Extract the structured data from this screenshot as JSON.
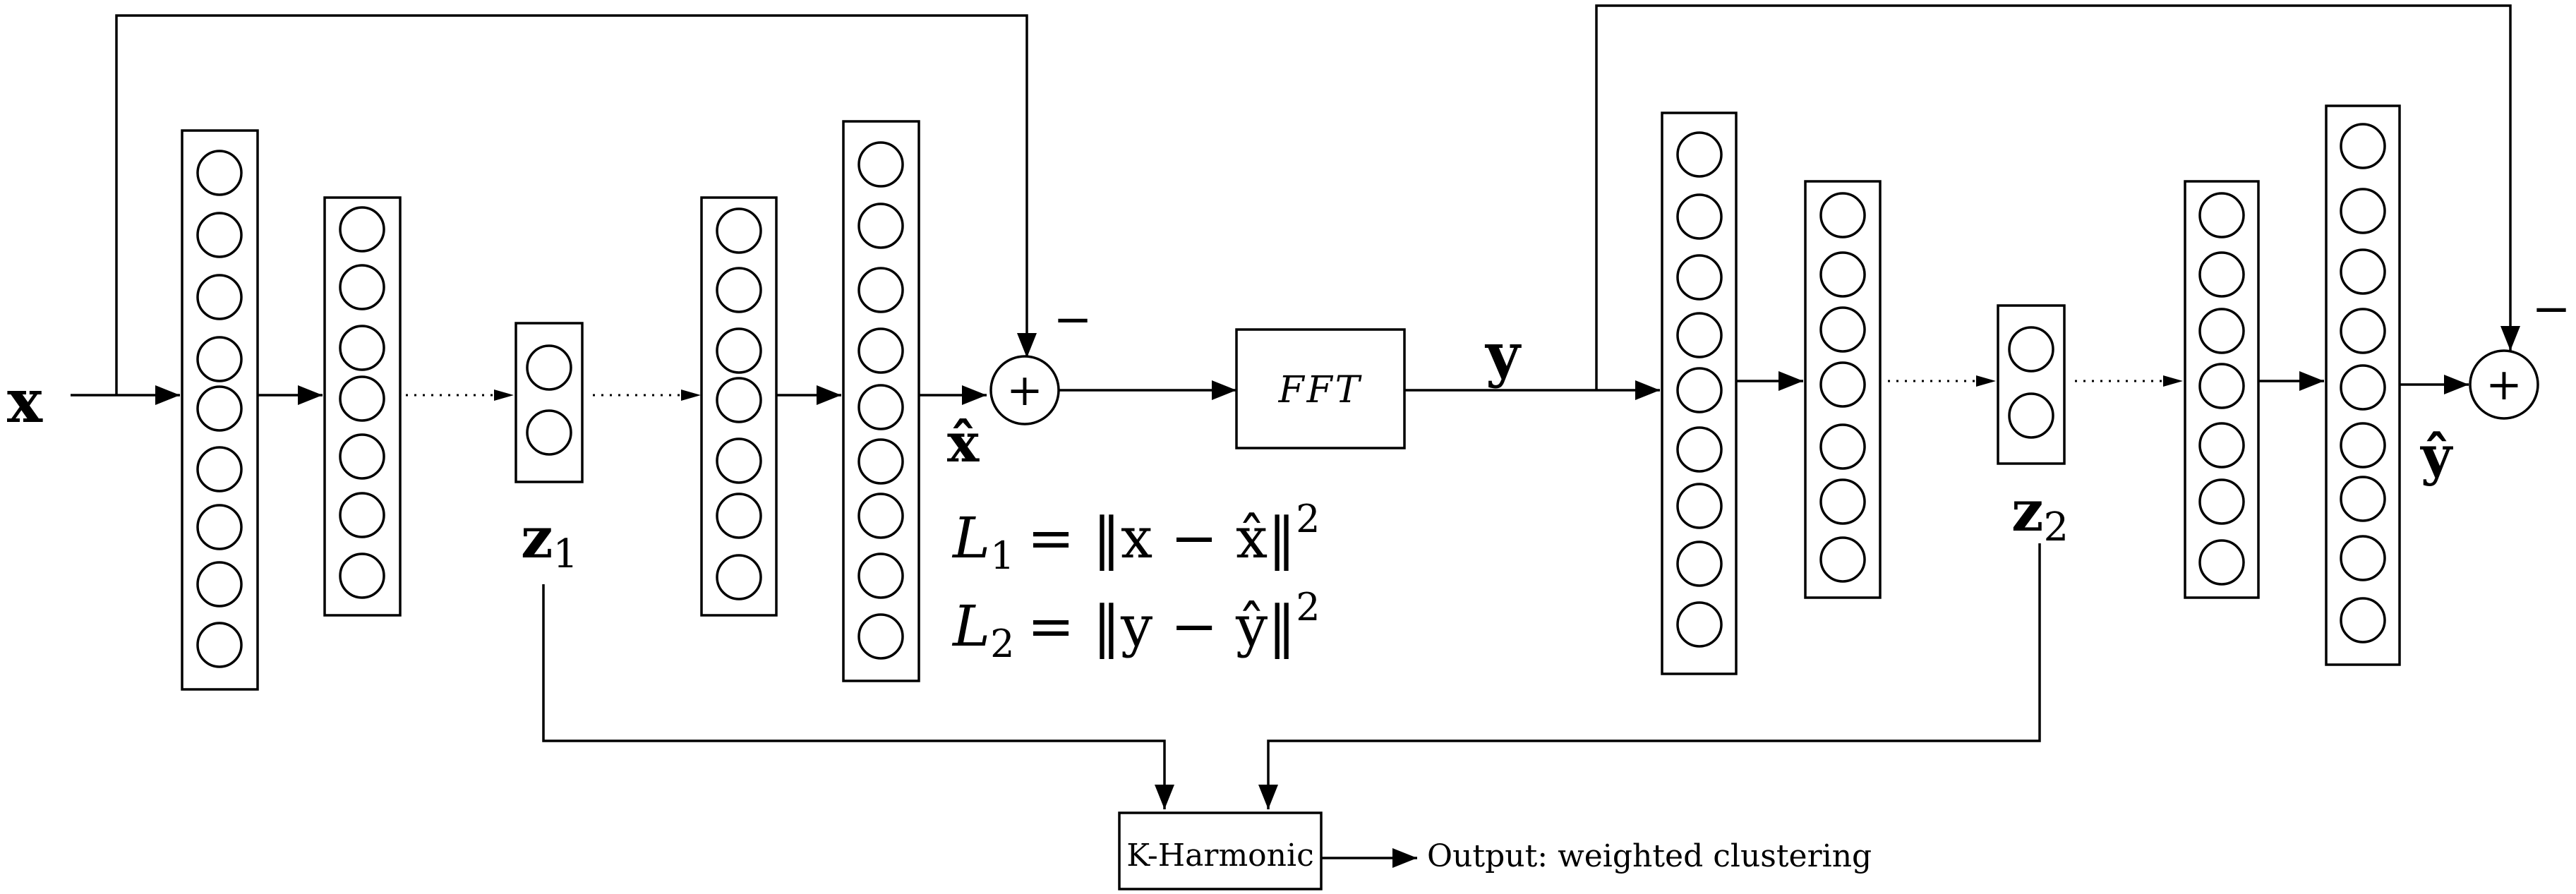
{
  "labels": {
    "input_x": "x",
    "recon_x": "x̂",
    "minus_1": "−",
    "minus_2": "−",
    "plus_1": "+",
    "plus_2": "+",
    "fft": "FFT",
    "y": "y",
    "recon_y": "ŷ",
    "z1_base": "z",
    "z1_sub": "1",
    "z2_base": "z",
    "z2_sub": "2",
    "k_harmonic": "K-Harmonic",
    "output": "Output: weighted clustering"
  },
  "loss": {
    "l1_base": "L",
    "l1_sub": "1",
    "l1_rhs": "= ‖x − x̂‖",
    "l1_exp": "2",
    "l2_base": "L",
    "l2_sub": "2",
    "l2_rhs": "= ‖y − ŷ‖",
    "l2_exp": "2"
  },
  "colors": {
    "ink": "#000000",
    "background": "#ffffff"
  }
}
